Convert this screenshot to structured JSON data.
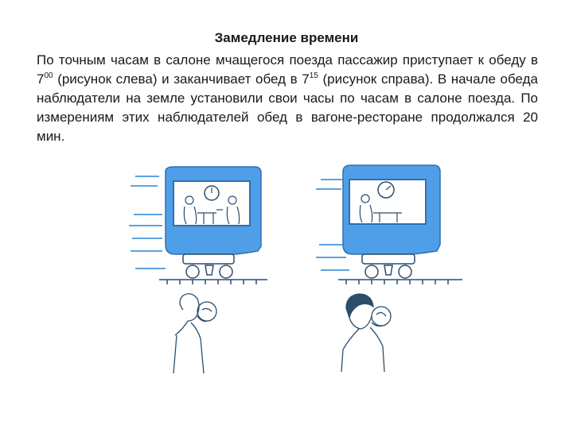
{
  "slide": {
    "title": "Замедление времени",
    "text": {
      "part1": "По точным часам в салоне мчащегося поезда пассажир приступает к обеду в 7",
      "sup1": "00",
      "part2": " (рисунок слева) и заканчивает обед в 7",
      "sup2": "15",
      "part3": " (рисунок справа). В начале обеда наблюдатели на земле установили свои часы по часам в салоне поезда. По измерениям этих наблюдателей обед в вагоне-ресторане продолжался 20 мин."
    }
  },
  "colors": {
    "train_body": "#4f9fe8",
    "train_outline": "#2f6fb0",
    "speed_lines": "#5aa3e0",
    "window": "#ffffff",
    "line_art": "#2b4d6e"
  },
  "icons": [
    "train-car-icon",
    "clock-icon",
    "passenger-icon",
    "observer-icon",
    "wheel-icon",
    "rail-track-icon"
  ]
}
